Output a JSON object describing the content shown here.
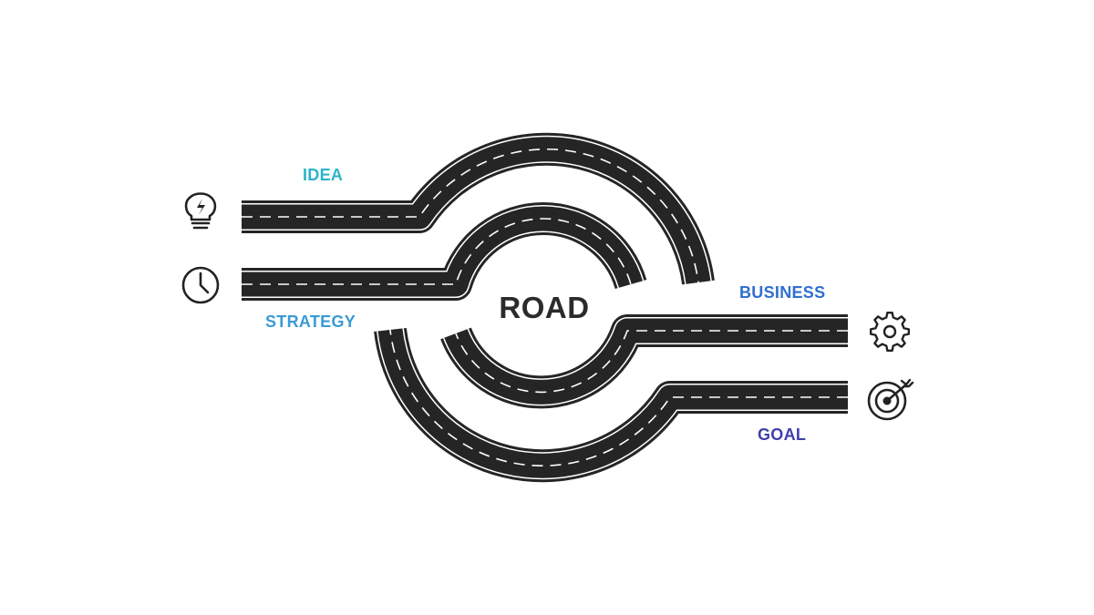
{
  "title": "ROAD",
  "labels": {
    "idea": "IDEA",
    "strategy": "STRATEGY",
    "business": "BUSINESS",
    "goal": "GOAL"
  },
  "icons": {
    "idea": "lightbulb-bolt-icon",
    "strategy": "clock-icon",
    "business": "gear-icon",
    "goal": "target-arrow-icon"
  },
  "colors": {
    "road": "#252525",
    "road_edge": "#ffffff",
    "idea": "#2bb3c9",
    "strategy": "#3a9bd5",
    "business": "#2f6fcf",
    "goal": "#3f3fb0",
    "title": "#2b2b2b"
  }
}
